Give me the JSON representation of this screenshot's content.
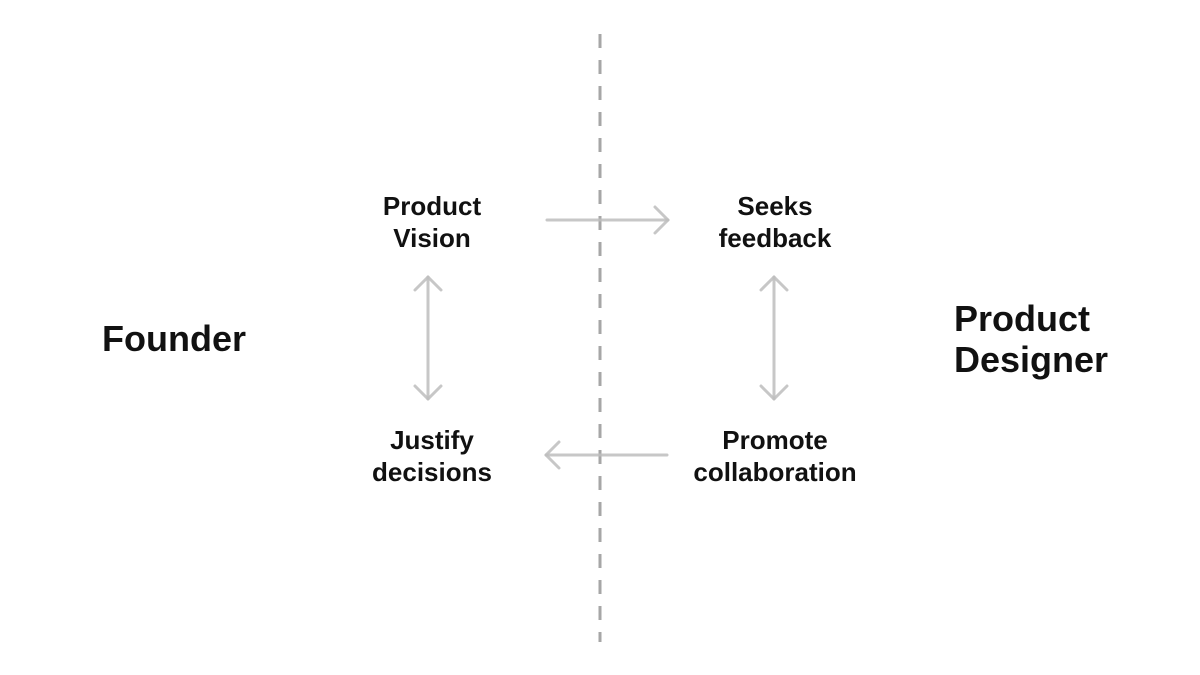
{
  "diagram": {
    "sides": {
      "left": "Founder",
      "right": [
        "Product",
        "Designer"
      ]
    },
    "nodes": {
      "product_vision": [
        "Product",
        "Vision"
      ],
      "seeks_feedback": [
        "Seeks",
        "feedback"
      ],
      "justify_decisions": [
        "Justify",
        "decisions"
      ],
      "promote_collaboration": [
        "Promote",
        "collaboration"
      ]
    },
    "edges": [
      {
        "from": "product_vision",
        "to": "seeks_feedback",
        "direction": "forward"
      },
      {
        "from": "product_vision",
        "to": "justify_decisions",
        "direction": "both"
      },
      {
        "from": "seeks_feedback",
        "to": "promote_collaboration",
        "direction": "both"
      },
      {
        "from": "promote_collaboration",
        "to": "justify_decisions",
        "direction": "forward"
      }
    ],
    "colors": {
      "text": "#111111",
      "arrow": "#bdbdbd",
      "divider": "#a6a6a6"
    }
  }
}
